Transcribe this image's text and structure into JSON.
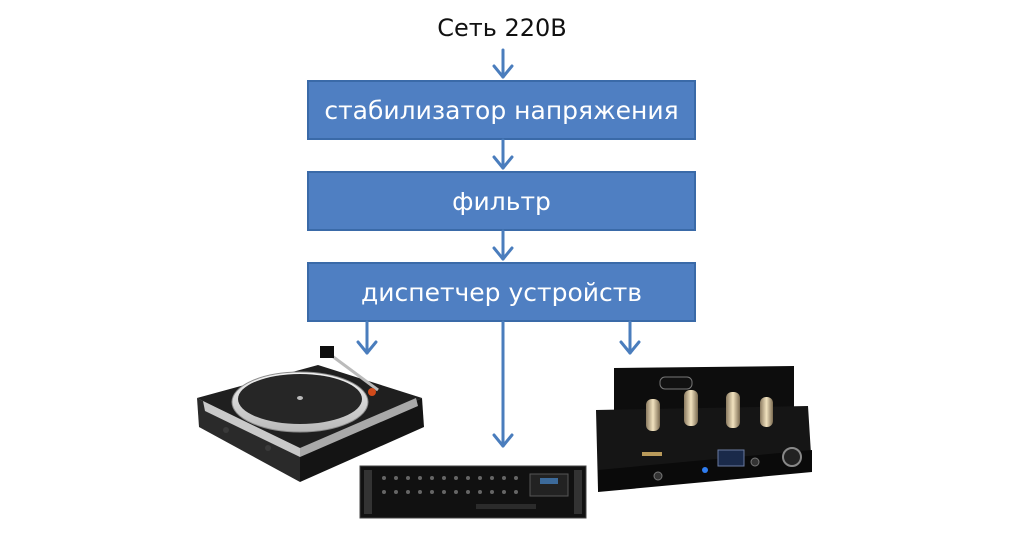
{
  "diagram": {
    "source_label": "Сеть 220В",
    "nodes": [
      {
        "id": "stabilizer",
        "label": "стабилизатор напряжения"
      },
      {
        "id": "filter",
        "label": "фильтр"
      },
      {
        "id": "dispatcher",
        "label": "диспетчер устройств"
      }
    ],
    "devices": [
      {
        "id": "turntable",
        "icon": "turntable-icon"
      },
      {
        "id": "rack-mixer",
        "icon": "rack-mixer-icon"
      },
      {
        "id": "tube-amplifier",
        "icon": "tube-amplifier-icon"
      }
    ],
    "colors": {
      "box_fill": "#4f7fc2",
      "box_border": "#3a6aa8",
      "arrow": "#4a7dbd",
      "text_dark": "#111111",
      "text_light": "#ffffff"
    }
  }
}
